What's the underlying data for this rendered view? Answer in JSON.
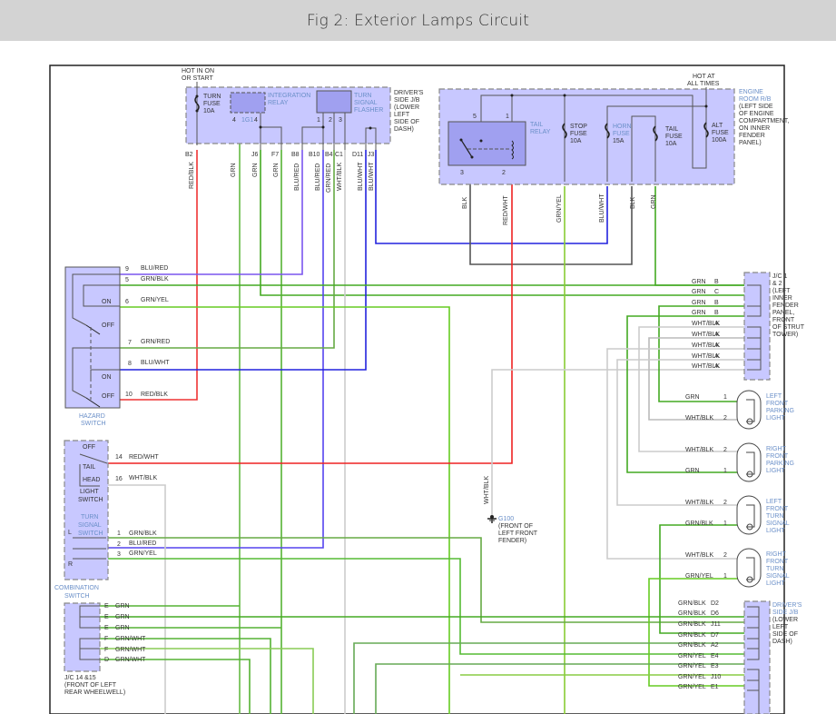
{
  "header": {
    "title": "Fig 2: Exterior Lamps Circuit"
  },
  "components": {
    "drivers_jb_top": {
      "hot_label": [
        "HOT IN ON",
        "OR START"
      ],
      "name": [
        "DRIVER'S",
        "SIDE J/B",
        "(LOWER",
        "LEFT",
        "SIDE OF",
        "DASH)"
      ],
      "turn_fuse": [
        "TURN",
        "FUSE",
        "10A"
      ],
      "integration_relay": [
        "INTEGRATION",
        "RELAY"
      ],
      "relay_pins": [
        "4",
        "1G1",
        "4"
      ],
      "turn_signal_flasher": [
        "TURN",
        "SIGNAL",
        "FLASHER"
      ],
      "flasher_pins": [
        "1",
        "2",
        "3"
      ],
      "terminals": [
        "B2",
        "J6",
        "F7",
        "B8",
        "B10",
        "B4",
        "C1",
        "D11",
        "J3"
      ]
    },
    "engine_room_rb": {
      "hot_label": [
        "HOT AT",
        "ALL TIMES"
      ],
      "name": [
        "ENGINE",
        "ROOM R/B",
        "(LEFT SIDE",
        "OF ENGINE",
        "COMPARTMENT,",
        "ON INNER",
        "FENDER",
        "PANEL)"
      ],
      "tail_relay": [
        "TAIL",
        "RELAY"
      ],
      "relay_pins": [
        "5",
        "1",
        "3",
        "2"
      ],
      "stop_fuse": [
        "STOP",
        "FUSE",
        "10A"
      ],
      "horn_fuse": [
        "HORN",
        "FUSE",
        "15A"
      ],
      "tail_fuse": [
        "TAIL",
        "FUSE",
        "10A"
      ],
      "alt_fuse": [
        "ALT",
        "FUSE",
        "100A"
      ]
    },
    "hazard_switch": {
      "name": [
        "HAZARD",
        "SWITCH"
      ],
      "positions": {
        "on1": "ON",
        "off1": "OFF",
        "on2": "ON",
        "off2": "OFF"
      },
      "pins": [
        {
          "pin": "9",
          "wire": "BLU/RED"
        },
        {
          "pin": "5",
          "wire": "GRN/BLK"
        },
        {
          "pin": "6",
          "wire": "GRN/YEL"
        },
        {
          "pin": "7",
          "wire": "GRN/RED"
        },
        {
          "pin": "8",
          "wire": "BLU/WHT"
        },
        {
          "pin": "10",
          "wire": "RED/BLK"
        }
      ]
    },
    "combination_switch": {
      "name": [
        "COMBINATION",
        "SWITCH"
      ],
      "light_switch": {
        "name": [
          "LIGHT",
          "SWITCH"
        ],
        "positions": [
          "OFF",
          "TAIL",
          "HEAD"
        ]
      },
      "turn_signal_switch": {
        "name": [
          "TURN",
          "SIGNAL",
          "SWITCH"
        ],
        "L": "L",
        "R": "R"
      },
      "pins": [
        {
          "pin": "14",
          "wire": "RED/WHT"
        },
        {
          "pin": "16",
          "wire": "WHT/BLK"
        },
        {
          "pin": "1",
          "wire": "GRN/BLK"
        },
        {
          "pin": "2",
          "wire": "BLU/RED"
        },
        {
          "pin": "3",
          "wire": "GRN/YEL"
        }
      ]
    },
    "jc_14_15": {
      "name": [
        "J/C 14 &15",
        "(FRONT OF LEFT",
        "REAR WHEELWELL)"
      ],
      "pins": [
        {
          "pin": "E",
          "wire": "GRN"
        },
        {
          "pin": "E",
          "wire": "GRN"
        },
        {
          "pin": "E",
          "wire": "GRN"
        },
        {
          "pin": "F",
          "wire": "GRN/WHT"
        },
        {
          "pin": "F",
          "wire": "GRN/WHT"
        },
        {
          "pin": "D",
          "wire": "GRN/WHT"
        }
      ]
    },
    "jc_1_2": {
      "name": [
        "J/C 1",
        "& 2",
        "(LEFT",
        "INNER",
        "FENDER",
        "PANEL,",
        "FRONT",
        "OF STRUT",
        "TOWER)"
      ],
      "pins": [
        {
          "wire": "GRN",
          "pin": "B"
        },
        {
          "wire": "GRN",
          "pin": "C"
        },
        {
          "wire": "GRN",
          "pin": "B"
        },
        {
          "wire": "GRN",
          "pin": "B"
        },
        {
          "wire": "WHT/BLK",
          "pin": "A"
        },
        {
          "wire": "WHT/BLK",
          "pin": "A"
        },
        {
          "wire": "WHT/BLK",
          "pin": "A"
        },
        {
          "wire": "WHT/BLK",
          "pin": "A"
        },
        {
          "wire": "WHT/BLK",
          "pin": "A"
        }
      ]
    },
    "lights": [
      {
        "name": [
          "LEFT",
          "FRONT",
          "PARKING",
          "LIGHT"
        ],
        "pins": [
          {
            "wire": "GRN",
            "pin": "1"
          },
          {
            "wire": "WHT/BLK",
            "pin": "2"
          }
        ]
      },
      {
        "name": [
          "RIGHT",
          "FRONT",
          "PARKING",
          "LIGHT"
        ],
        "pins": [
          {
            "wire": "WHT/BLK",
            "pin": "2"
          },
          {
            "wire": "GRN",
            "pin": "1"
          }
        ]
      },
      {
        "name": [
          "LEFT",
          "FRONT",
          "TURN",
          "SIGNAL",
          "LIGHT"
        ],
        "pins": [
          {
            "wire": "WHT/BLK",
            "pin": "2"
          },
          {
            "wire": "GRN/BLK",
            "pin": "1"
          }
        ]
      },
      {
        "name": [
          "RIGHT",
          "FRONT",
          "TURN",
          "SIGNAL",
          "LIGHT"
        ],
        "pins": [
          {
            "wire": "WHT/BLK",
            "pin": "2"
          },
          {
            "wire": "GRN/YEL",
            "pin": "1"
          }
        ]
      }
    ],
    "drivers_jb_bottom": {
      "name": [
        "DRIVER'S",
        "SIDE J/B",
        "(LOWER",
        "LEFT",
        "SIDE OF",
        "DASH)"
      ],
      "pins": [
        {
          "wire": "GRN/BLK",
          "pin": "D2"
        },
        {
          "wire": "GRN/BLK",
          "pin": "D6"
        },
        {
          "wire": "GRN/BLK",
          "pin": "J11"
        },
        {
          "wire": "GRN/BLK",
          "pin": "D7"
        },
        {
          "wire": "GRN/BLK",
          "pin": "A2"
        },
        {
          "wire": "GRN/YEL",
          "pin": "E4"
        },
        {
          "wire": "GRN/YEL",
          "pin": "E3"
        },
        {
          "wire": "GRN/YEL",
          "pin": "J10"
        },
        {
          "wire": "GRN/YEL",
          "pin": "E1"
        }
      ]
    },
    "ground": {
      "id": "G100",
      "location": [
        "(FRONT OF",
        "LEFT FRONT",
        "FENDER)"
      ],
      "wire": "WHT/BLK"
    }
  },
  "top_wire_labels": [
    "RED/BLK",
    "GRN",
    "GRN",
    "GRN",
    "BLU/RED",
    "BLU/RED",
    "GRN/RED",
    "WHT/BLK",
    "BLU/WHT",
    "BLU/WHT"
  ],
  "engine_wire_labels": [
    "BLK",
    "RED/WHT",
    "GRN/YEL",
    "BLU/WHT",
    "BLK",
    "GRN"
  ],
  "wire_colors": {
    "red": "#ee2222",
    "green": "#55b233",
    "light_green": "#7fd050",
    "blue": "#2222dd",
    "purple": "#7a55ee",
    "gray": "#cccccc",
    "black": "#555555"
  }
}
